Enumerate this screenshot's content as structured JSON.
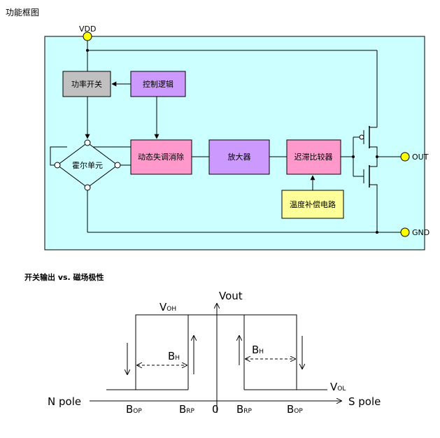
{
  "block_diagram": {
    "heading": "功能框图",
    "pins": {
      "vdd": "VDD",
      "out": "OUT",
      "gnd": "GND"
    },
    "blocks": {
      "power_switch": "功率开关",
      "control_logic": "控制逻辑",
      "hall_element": "霍尔单元",
      "dynamic_offset_cancel": "动态失调消除",
      "amplifier": "放大器",
      "hysteresis_comparator": "迟滞比较器",
      "temp_compensation": "温度补偿电路"
    },
    "colors": {
      "board": "#ccffff",
      "power_switch": "#c0c0c0",
      "control_logic": "#cc99ff",
      "dynamic_offset_cancel": "#ff99cc",
      "amplifier": "#cc99ff",
      "hysteresis_comparator": "#ff99cc",
      "temp_compensation": "#ffff99",
      "pin": "#ffff00"
    }
  },
  "hysteresis": {
    "heading": "开关输出 vs. 磁场极性",
    "y_axis": "Vout",
    "n_pole": "N pole",
    "s_pole": "S pole",
    "origin": "0",
    "voh": {
      "main": "V",
      "sub": "OH"
    },
    "vol": {
      "main": "V",
      "sub": "OL"
    },
    "bh_left": {
      "main": "B",
      "sub": "H"
    },
    "bh_right": {
      "main": "B",
      "sub": "H"
    },
    "bop_left": {
      "main": "B",
      "sub": "OP"
    },
    "brp_left": {
      "main": "B",
      "sub": "RP"
    },
    "brp_right": {
      "main": "B",
      "sub": "RP"
    },
    "bop_right": {
      "main": "B",
      "sub": "OP"
    }
  }
}
